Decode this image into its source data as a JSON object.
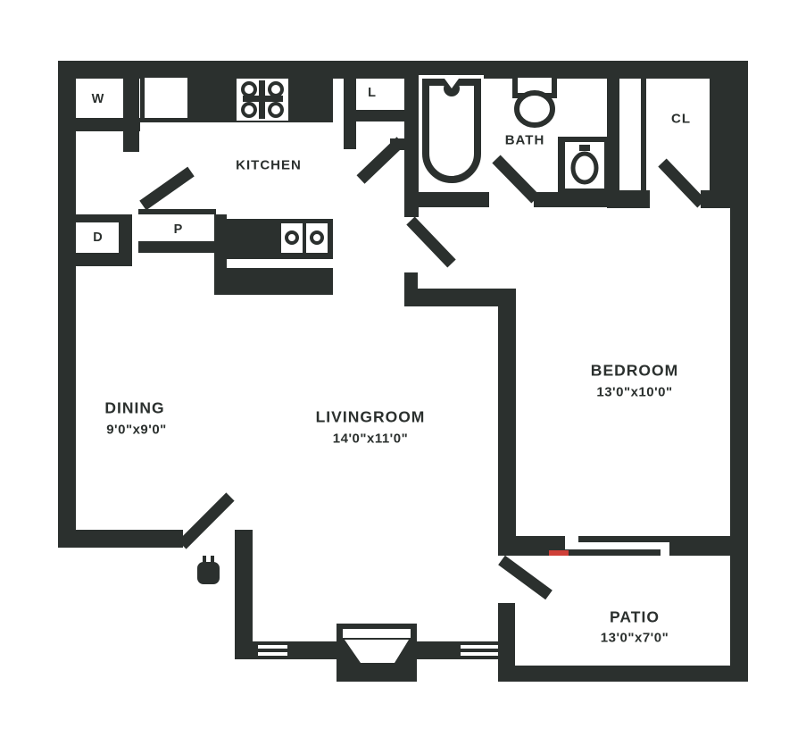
{
  "colors": {
    "wall": "#2b302e",
    "accent": "#cf4038",
    "background": "#ffffff"
  },
  "labels": {
    "washer": "W",
    "dryer": "D",
    "pantry": "P",
    "linen": "L",
    "kitchen": "KITCHEN",
    "bath": "BATH",
    "closet": "CL",
    "dining": {
      "name": "DINING",
      "dims": "9'0\"x9'0\""
    },
    "livingroom": {
      "name": "LIVINGROOM",
      "dims": "14'0\"x11'0\""
    },
    "bedroom": {
      "name": "BEDROOM",
      "dims": "13'0\"x10'0\""
    },
    "patio": {
      "name": "PATIO",
      "dims": "13'0\"x7'0\""
    }
  },
  "fixtures": [
    "bathtub",
    "toilet",
    "bathroom-sink",
    "stove",
    "refrigerator",
    "kitchen-sink",
    "fireplace",
    "sliding-glass-door",
    "door-swings",
    "windows",
    "porch-light"
  ]
}
